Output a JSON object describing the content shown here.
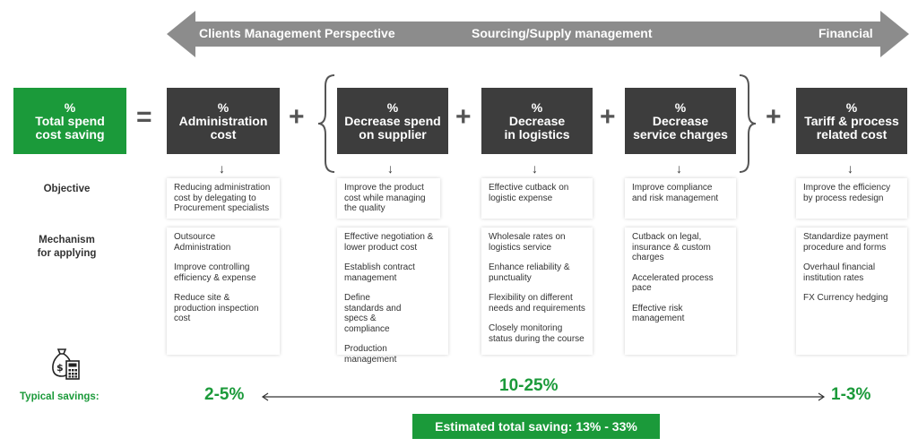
{
  "banner": {
    "labels": [
      "Clients Management Perspective",
      "Sourcing/Supply management",
      "Financial"
    ]
  },
  "result_box": {
    "pct": "%",
    "line1": "Total spend",
    "line2": "cost saving"
  },
  "operators": {
    "equals": "=",
    "plus": "+"
  },
  "columns": [
    {
      "pct": "%",
      "title1": "Administration",
      "title2": "cost",
      "objective": "Reducing administration cost by delegating to Procurement specialists",
      "mechanisms": [
        "Outsource Administration",
        "Improve controlling efficiency & expense",
        "Reduce site & production inspection cost"
      ]
    },
    {
      "pct": "%",
      "title1": "Decrease spend",
      "title2": "on supplier",
      "objective": "Improve the product cost while managing the quality",
      "mechanisms": [
        "Effective negotiation & lower product cost",
        "Establish contract management",
        "Define standards and specs & compliance",
        "Production management"
      ]
    },
    {
      "pct": "%",
      "title1": "Decrease",
      "title2": "in logistics",
      "objective": "Effective cutback on logistic expense",
      "mechanisms": [
        "Wholesale rates on logistics service",
        "Enhance reliability & punctuality",
        "Flexibility on different needs and requirements",
        "Closely monitoring status during the course"
      ]
    },
    {
      "pct": "%",
      "title1": "Decrease",
      "title2": "service charges",
      "objective": "Improve compliance and risk management",
      "mechanisms": [
        "Cutback on legal, insurance & custom charges",
        "Accelerated process pace",
        "Effective risk management"
      ]
    },
    {
      "pct": "%",
      "title1": "Tariff & process",
      "title2": "related cost",
      "objective": "Improve the efficiency by process redesign",
      "mechanisms": [
        "Standardize payment procedure and forms",
        "Overhaul financial institution rates",
        "FX Currency hedging"
      ]
    }
  ],
  "row_labels": {
    "objective": "Objective",
    "mechanism_line1": "Mechanism",
    "mechanism_line2": "for applying"
  },
  "savings": {
    "label": "Typical savings:",
    "left": "2-5%",
    "middle": "10-25%",
    "right": "1-3%",
    "total": "Estimated total saving: 13% - 33%"
  },
  "colors": {
    "green": "#1b9a3a",
    "dark_box": "#3d3d3d",
    "banner_gray": "#8c8c8c"
  },
  "icons": {
    "money": "money-bag-calculator-icon",
    "down_arrow": "down-arrow-icon"
  }
}
